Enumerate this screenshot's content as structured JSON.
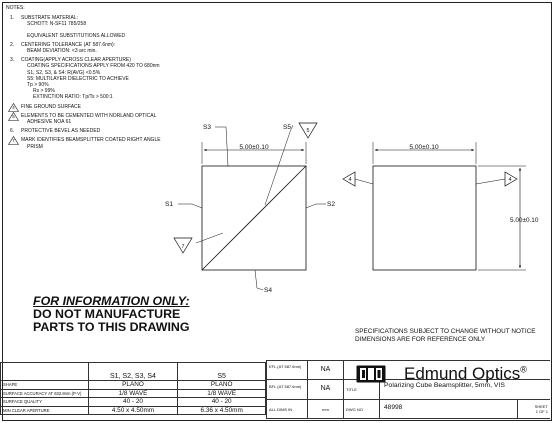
{
  "notes": {
    "title": "NOTES:",
    "items": [
      {
        "marker": "1.",
        "marker_type": "number",
        "lines": [
          "SUBSTRATE MATERIAL:",
          "SCHOTT: N-SF11 785/258",
          "EQUIVALENT SUBSTITUTIONS ALLOWED"
        ]
      },
      {
        "marker": "2.",
        "marker_type": "number",
        "lines": [
          "CENTERING TOLERANCE (AT 587.6nm):",
          "BEAM DEVIATION: <3 arc min."
        ]
      },
      {
        "marker": "3.",
        "marker_type": "number",
        "lines": [
          "COATING(APPLY ACROSS CLEAR APERTURE)",
          "COATING SPECIFICATIONS APPLY FROM 420 TO 680nm",
          "S1, S2, S3, & S4: R(AVG) <0.5%",
          "S5: MULTILAYER DIELECTRIC TO ACHIEVE",
          "Tp > 90%",
          "Rs > 99%",
          "EXTINCTION RATIO: Tp/Ts > 500:1"
        ]
      },
      {
        "marker": "4",
        "marker_type": "triangle",
        "lines": [
          "FINE GROUND SURFACE"
        ]
      },
      {
        "marker": "5",
        "marker_type": "triangle",
        "lines": [
          "ELEMENTS TO BE CEMENTED WITH NORLAND OPTICAL",
          "ADHESIVE NOA 61"
        ]
      },
      {
        "marker": "6.",
        "marker_type": "number",
        "lines": [
          "PROTECTIVE BEVEL AS NEEDED"
        ]
      },
      {
        "marker": "7",
        "marker_type": "triangle",
        "lines": [
          "MARK IDENTIFIES BEAMSPLITTER COATED RIGHT ANGLE",
          "PRISM"
        ]
      }
    ]
  },
  "drawing": {
    "front_dim": "5.00±0.10",
    "side_dim_h": "5.00±0.10",
    "side_dim_v": "5.00±0.10",
    "labels": {
      "s1": "S1",
      "s2": "S2",
      "s3": "S3",
      "s4": "S4",
      "s5": "S5"
    },
    "flag_s5": "5",
    "flag_note7": "7",
    "flag_left": "4",
    "flag_right": "4"
  },
  "disclaimer": {
    "line1": "FOR INFORMATION ONLY:",
    "line2": "DO NOT MANUFACTURE",
    "line3": "PARTS TO THIS DRAWING"
  },
  "spec_note": {
    "line1": "SPECIFICATIONS SUBJECT TO CHANGE WITHOUT NOTICE",
    "line2": "DIMENSIONS ARE FOR REFERENCE ONLY"
  },
  "spec_table": {
    "columns": [
      "",
      "S1, S2, S3, S4",
      "S5"
    ],
    "rows": [
      {
        "label": "SHAPE",
        "a": "PLANO",
        "b": "PLANO"
      },
      {
        "label": "SURFACE ACCURACY AT 632.8nm (P-V)",
        "a": "1/8 WAVE",
        "b": "1/8 WAVE"
      },
      {
        "label": "SURFACE QUALITY",
        "a": "40 - 20",
        "b": "40 - 20"
      },
      {
        "label": "MIN CLEAR APERTURE",
        "a": "4.50 x 4.50mm",
        "b": "6.36 x 4.50mm"
      }
    ]
  },
  "title_block": {
    "efl_label": "EFL (AT 587.6nm)",
    "efl_value": "NA",
    "bfl_label": "BFL (AT 587.6nm)",
    "bfl_value": "NA",
    "brand": "Edmund Optics",
    "title_label": "TITLE",
    "title_value": "Polarizing Cube Beamsplitter, 5mm, VIS",
    "all_dims_label": "ALL DIMS IN",
    "all_dims_value": "mm",
    "dwg_label": "DWG NO",
    "dwg_value": "48998",
    "sheet_label": "SHEET",
    "sheet_value": "1 OF 1"
  }
}
